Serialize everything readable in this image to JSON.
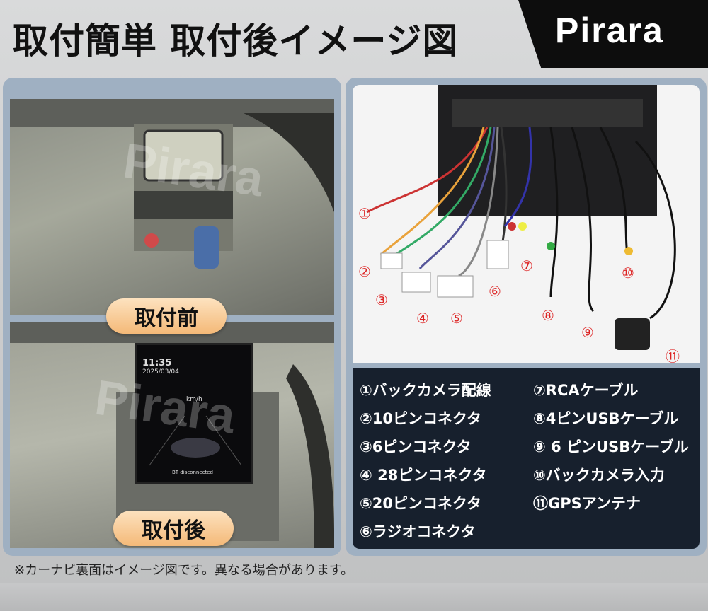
{
  "title": "取付簡単 取付後イメージ図",
  "brand": "Pirara",
  "before_label": "取付前",
  "after_label": "取付後",
  "screen": {
    "time": "11:35",
    "date": "2025/03/04",
    "speed_unit": "km/h",
    "bt_status": "BT disconnected"
  },
  "callouts": [
    "①",
    "②",
    "③",
    "④",
    "⑤",
    "⑥",
    "⑦",
    "⑧",
    "⑨",
    "⑩",
    "⑪"
  ],
  "parts_left": [
    "①バックカメラ配線",
    "②10ピンコネクタ",
    "③6ピンコネクタ",
    "④ 28ピンコネクタ",
    "⑤20ピンコネクタ",
    "⑥ラジオコネクタ"
  ],
  "parts_right": [
    "⑦RCAケーブル",
    "⑧4ピンUSBケーブル",
    "⑨ 6 ピンUSBケーブル",
    "⑩バックカメラ入力",
    "⑪GPSアンテナ"
  ],
  "note": "※カーナビ裏面はイメージ図です。異なる場合があります。",
  "colors": {
    "panel_border": "#9fb0c2",
    "list_bg": "#17202d",
    "callout": "#dd2222",
    "pill": "#f4b978"
  }
}
